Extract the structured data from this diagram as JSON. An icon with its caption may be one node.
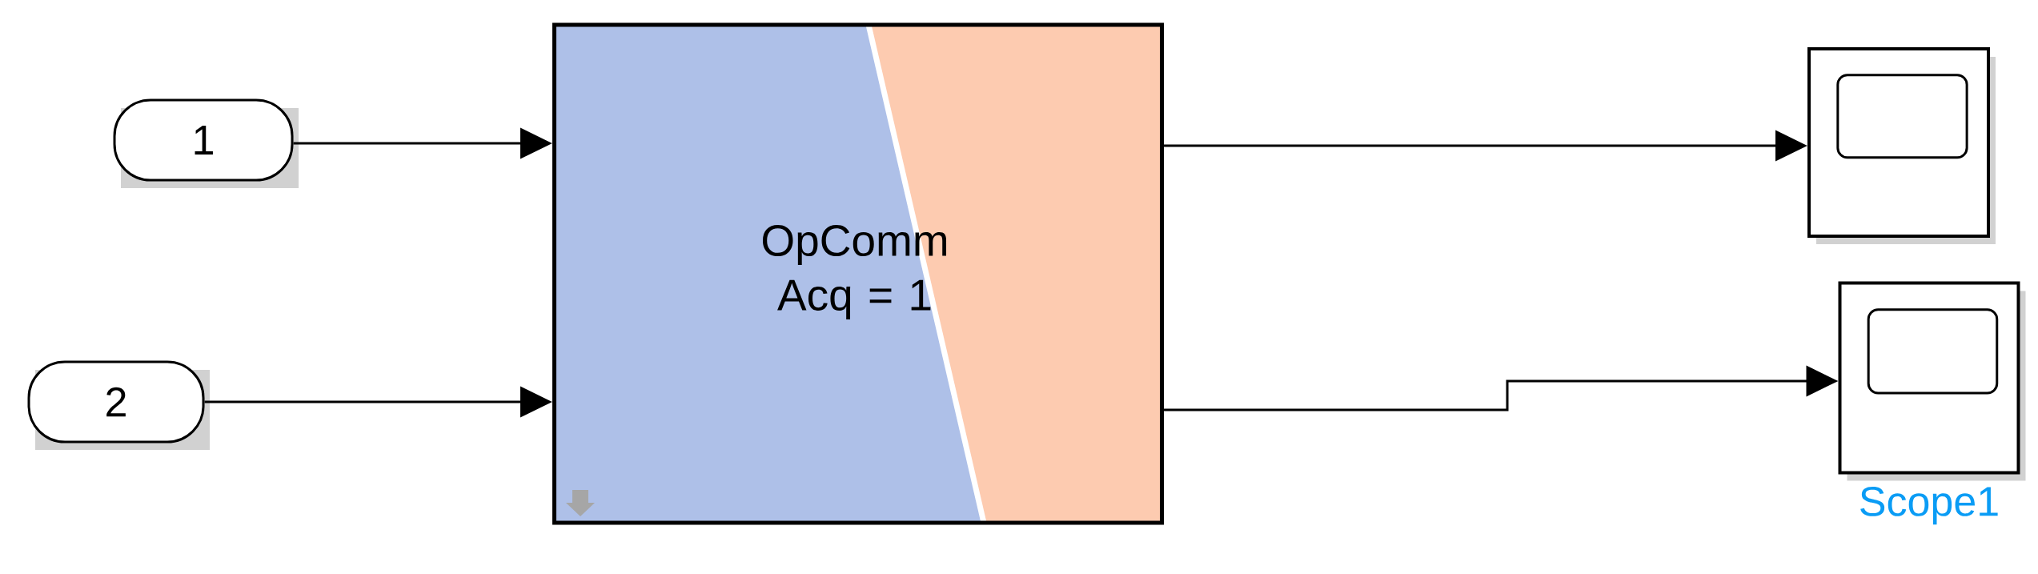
{
  "diagram": {
    "nodes": [
      {
        "text": [
          "1"
        ]
      },
      {
        "text": [
          "2"
        ]
      },
      {
        "text": [
          "OpComm Acq = 1"
        ]
      },
      {
        "text": [],
        "shape": "box"
      },
      {
        "text": [],
        "shape": "box",
        "beside": [
          "Scope1"
        ]
      }
    ],
    "edges": [
      {
        "from": 0,
        "to": 2,
        "arrow": "to"
      },
      {
        "from": 1,
        "to": 2,
        "arrow": "to"
      },
      {
        "from": 2,
        "to": 3,
        "arrow": "to"
      },
      {
        "from": 2,
        "to": 4,
        "arrow": "to"
      }
    ]
  }
}
